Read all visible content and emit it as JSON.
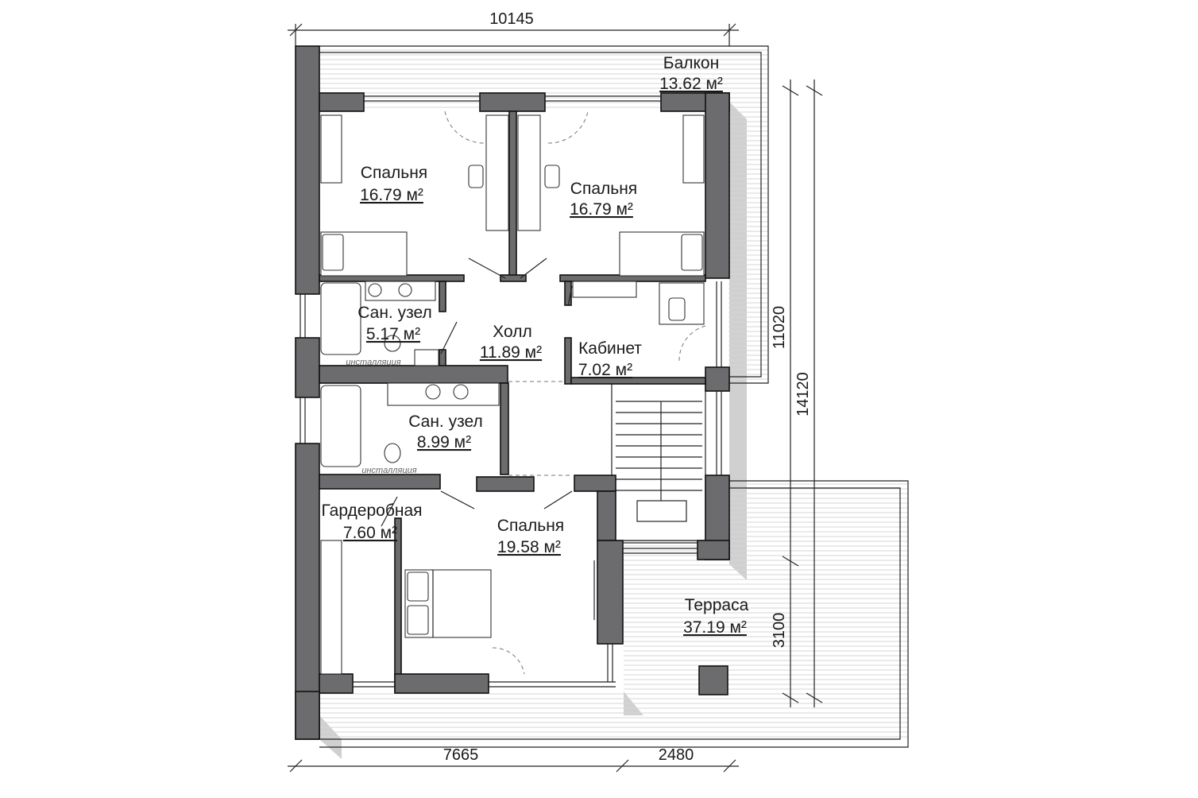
{
  "rooms": {
    "balcony": {
      "name": "Балкон",
      "area": "13.62 м²"
    },
    "bedroom1": {
      "name": "Спальня",
      "area": "16.79 м²"
    },
    "bedroom2": {
      "name": "Спальня",
      "area": "16.79 м²"
    },
    "bath1": {
      "name": "Сан. узел",
      "area": "5.17 м²"
    },
    "hall": {
      "name": "Холл",
      "area": "11.89 м²"
    },
    "office": {
      "name": "Кабинет",
      "area": "7.02 м²"
    },
    "bath2": {
      "name": "Сан. узел",
      "area": "8.99 м²"
    },
    "wardrobe": {
      "name": "Гардеробная",
      "area": "7.60 м²"
    },
    "bedroom3": {
      "name": "Спальня",
      "area": "19.58 м²"
    },
    "terrace": {
      "name": "Терраса",
      "area": "37.19 м²"
    }
  },
  "dimensions": {
    "top": "10145",
    "right_upper": "11020",
    "right_total": "14120",
    "right_lower": "3100",
    "bottom_left": "7665",
    "bottom_right": "2480"
  },
  "notes": {
    "install1": "инсталляция",
    "install2": "инсталляция"
  }
}
